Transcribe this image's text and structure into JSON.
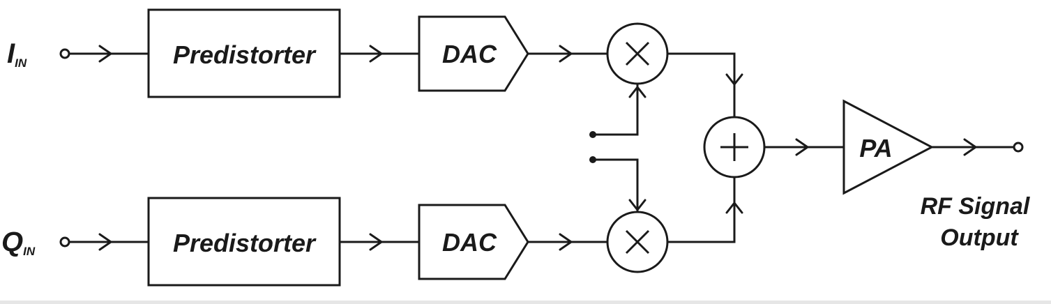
{
  "inputs": {
    "i_main": "I",
    "i_sub": "IN",
    "q_main": "Q",
    "q_sub": "IN"
  },
  "blocks": {
    "predistorter_top": "Predistorter",
    "predistorter_bottom": "Predistorter",
    "dac_top": "DAC",
    "dac_bottom": "DAC",
    "pa": "PA"
  },
  "output": {
    "line1": "RF Signal",
    "line2": "Output"
  },
  "symbols": {
    "mixer_top": "multiplier",
    "mixer_bottom": "multiplier",
    "summer": "adder"
  }
}
